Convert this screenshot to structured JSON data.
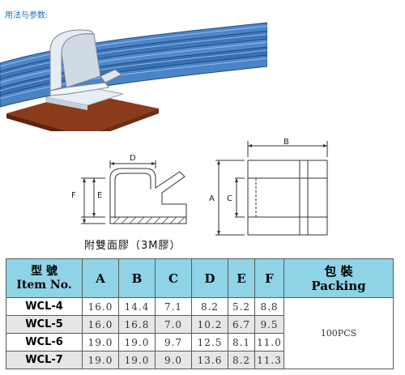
{
  "usage_title": "用法与参数:",
  "drawing_labels": {
    "front": [
      "D",
      "F",
      "E"
    ],
    "side": [
      "B",
      "A",
      "C"
    ]
  },
  "caption": "附雙面膠（3M膠）",
  "table": {
    "headers": {
      "item_cn": "型 號",
      "item_en": "Item No.",
      "dims": [
        "A",
        "B",
        "C",
        "D",
        "E",
        "F"
      ],
      "packing_cn": "包 裝",
      "packing_en": "Packing"
    },
    "rows": [
      {
        "model": "WCL-4",
        "A": "16.0",
        "B": "14.4",
        "C": "7.1",
        "D": "8.2",
        "E": "5.2",
        "F": "8.8"
      },
      {
        "model": "WCL-5",
        "A": "16.0",
        "B": "16.8",
        "C": "7.0",
        "D": "10.2",
        "E": "6.7",
        "F": "9.5"
      },
      {
        "model": "WCL-6",
        "A": "19.0",
        "B": "19.0",
        "C": "9.7",
        "D": "12.5",
        "E": "8.1",
        "F": "11.0"
      },
      {
        "model": "WCL-7",
        "A": "19.0",
        "B": "19.0",
        "C": "9.0",
        "D": "13.6",
        "E": "8.2",
        "F": "11.3"
      }
    ],
    "packing": "100PCS"
  }
}
